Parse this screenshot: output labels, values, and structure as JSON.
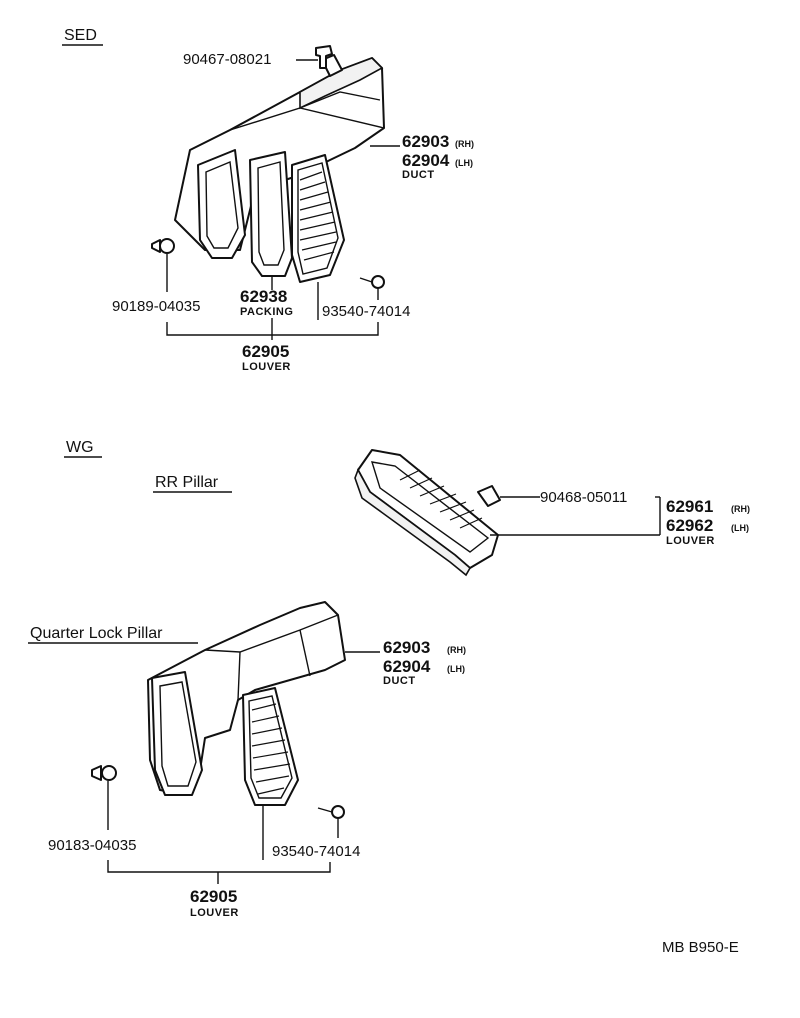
{
  "sections": {
    "sed": "SED",
    "wg": "WG",
    "rr_pillar": "RR Pillar",
    "quarter_lock_pillar": "Quarter Lock Pillar"
  },
  "sed": {
    "clip_top": "90467-08021",
    "duct_rh": "62903",
    "duct_lh": "62904",
    "rh": "(RH)",
    "lh": "(LH)",
    "duct": "DUCT",
    "clip_left": "90189-04035",
    "packing_no": "62938",
    "packing": "PACKING",
    "screw": "93540-74014",
    "louver_no": "62905",
    "louver": "LOUVER"
  },
  "wg_rr": {
    "clip": "90468-05011",
    "louver_rh": "62961",
    "louver_lh": "62962",
    "rh": "(RH)",
    "lh": "(LH)",
    "louver": "LOUVER"
  },
  "wg_quarter": {
    "duct_rh": "62903",
    "duct_lh": "62904",
    "rh": "(RH)",
    "lh": "(LH)",
    "duct": "DUCT",
    "clip_left": "90183-04035",
    "screw": "93540-74014",
    "louver_no": "62905",
    "louver": "LOUVER"
  },
  "footer": {
    "code": "MB B950-E"
  }
}
